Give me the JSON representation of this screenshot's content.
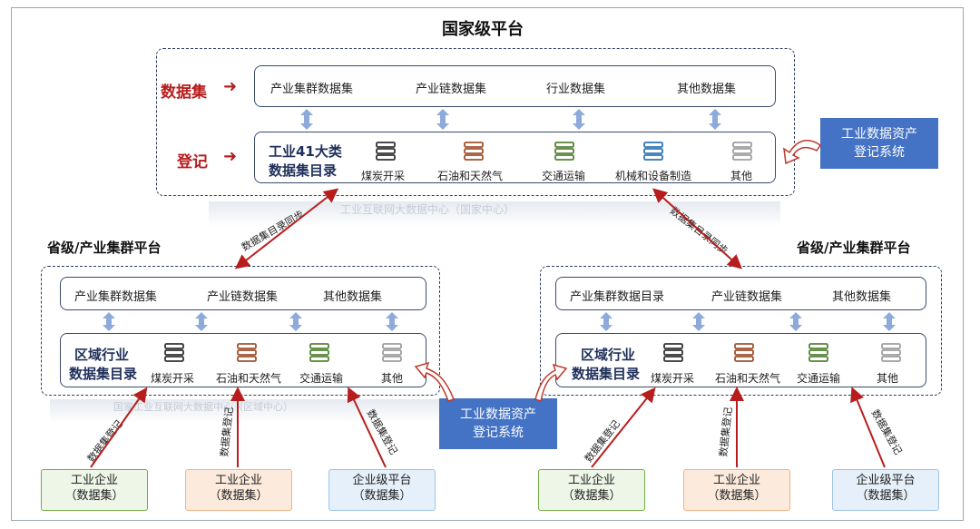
{
  "title": "国家级平台",
  "national": {
    "row_label_dataset": "数据集",
    "row_label_register": "登记",
    "datasets": [
      "产业集群数据集",
      "产业链数据集",
      "行业数据集",
      "其他数据集"
    ],
    "catalog_line1": "工业41大类",
    "catalog_line2": "数据集目录",
    "categories": [
      "煤炭开采",
      "石油和天然气",
      "交通运输",
      "机械和设备制造",
      "其他"
    ],
    "center_label": "工业互联网大数据中心（国家中心）"
  },
  "registry_system": {
    "line1": "工业数据资产",
    "line2": "登记系统"
  },
  "sync_label": "数据集目录同步",
  "left_platform": {
    "title": "省级/产业集群平台",
    "datasets": [
      "产业集群数据集",
      "产业链数据集",
      "其他数据集"
    ],
    "catalog_line1": "区域行业",
    "catalog_line2": "数据集目录",
    "categories": [
      "煤炭开采",
      "石油和天然气",
      "交通运输",
      "其他"
    ],
    "center_label": "国家工业互联网大数据中心（区域中心）"
  },
  "right_platform": {
    "title": "省级/产业集群平台",
    "datasets": [
      "产业集群数据目录",
      "产业链数据集",
      "其他数据集"
    ],
    "catalog_line1": "区域行业",
    "catalog_line2": "数据集目录",
    "categories": [
      "煤炭开采",
      "石油和天然气",
      "交通运输",
      "其他"
    ]
  },
  "register_label": "数据集登记",
  "sources": [
    {
      "line1": "工业企业",
      "line2": "（数据集）"
    },
    {
      "line1": "工业企业",
      "line2": "（数据集）"
    },
    {
      "line1": "企业级平台",
      "line2": "（数据集）"
    },
    {
      "line1": "工业企业",
      "line2": "（数据集）"
    },
    {
      "line1": "工业企业",
      "line2": "（数据集）"
    },
    {
      "line1": "企业级平台",
      "line2": "（数据集）"
    }
  ],
  "colors": {
    "red": "#b81d1d",
    "navy": "#1f2f5a",
    "blue": "#4472c4",
    "green": "#70ad47",
    "orange": "#f4b183",
    "lightblue": "#9dc3e6",
    "icon_dark": "#333333",
    "icon_brown": "#a0522d",
    "icon_green": "#548235",
    "icon_blue": "#2e75b6",
    "icon_gray": "#9e9e9e",
    "connector": "#8eaadb"
  }
}
